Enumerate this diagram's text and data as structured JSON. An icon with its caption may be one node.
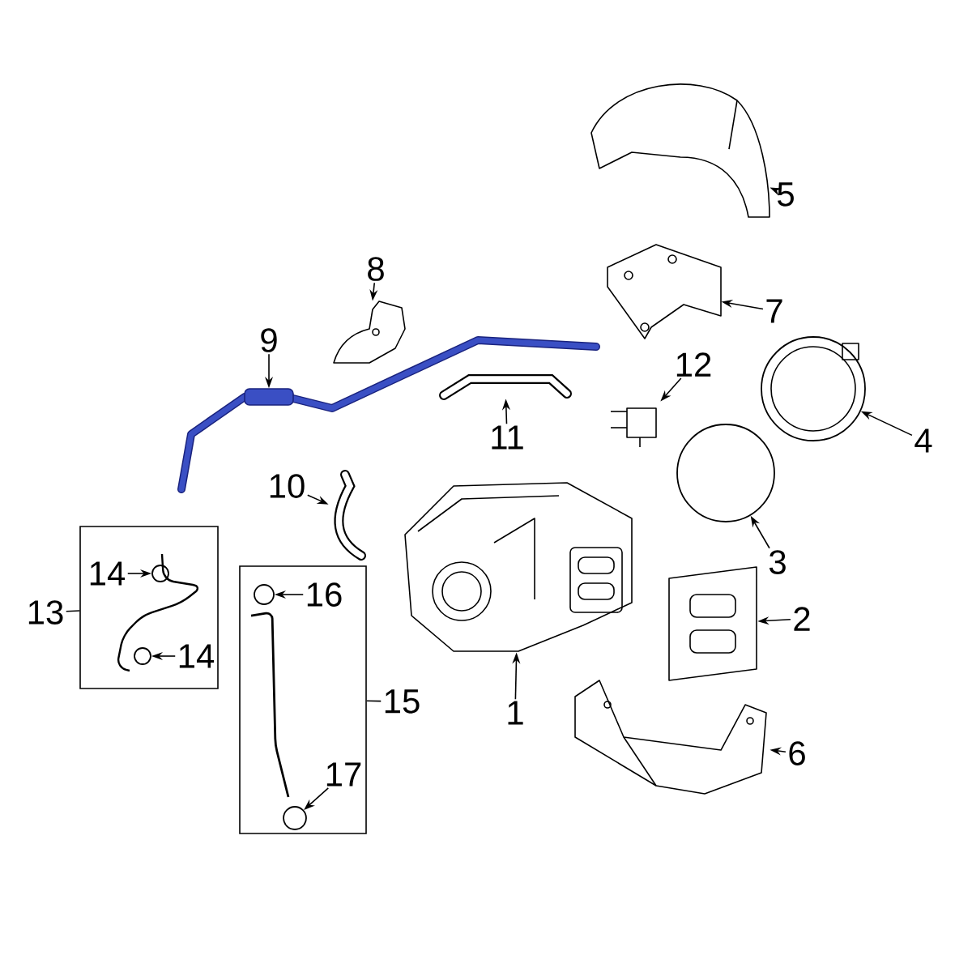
{
  "diagram": {
    "nodes": [
      {
        "text": [
          "1"
        ]
      },
      {
        "text": [],
        "shape": "picture"
      },
      {
        "text": [
          "2"
        ]
      },
      {
        "text": [],
        "shape": "picture"
      },
      {
        "text": [
          "3"
        ]
      },
      {
        "text": [],
        "shape": "circle"
      },
      {
        "text": [
          "4"
        ]
      },
      {
        "text": [],
        "shape": "circle"
      },
      {
        "text": [
          "5"
        ]
      },
      {
        "text": [],
        "shape": "picture"
      },
      {
        "text": [
          "6"
        ]
      },
      {
        "text": [],
        "shape": "picture"
      },
      {
        "text": [
          "7"
        ]
      },
      {
        "text": [],
        "shape": "picture"
      },
      {
        "text": [
          "8"
        ]
      },
      {
        "text": [],
        "shape": "picture"
      },
      {
        "text": [
          "9"
        ]
      },
      {
        "text": [],
        "shape": "bar"
      },
      {
        "text": [
          "10"
        ]
      },
      {
        "text": [],
        "shape": "picture"
      },
      {
        "text": [
          "11"
        ]
      },
      {
        "text": [],
        "shape": "picture"
      },
      {
        "text": [
          "12"
        ]
      },
      {
        "text": [],
        "shape": "picture"
      },
      {
        "text": [
          "13"
        ]
      },
      {
        "text": [],
        "shape": "box"
      },
      {
        "text": [
          "14"
        ],
        "in": 25
      },
      {
        "text": [],
        "shape": "circle",
        "in": 25
      },
      {
        "text": [
          "14"
        ],
        "in": 25
      },
      {
        "text": [],
        "shape": "circle",
        "in": 25
      },
      {
        "text": [
          "15"
        ]
      },
      {
        "text": [],
        "shape": "box"
      },
      {
        "text": [
          "16"
        ],
        "in": 31
      },
      {
        "text": [],
        "shape": "circle",
        "in": 31
      },
      {
        "text": [
          "17"
        ],
        "in": 31
      },
      {
        "text": [],
        "shape": "circle",
        "in": 31
      }
    ],
    "edges": [
      {
        "from": 0,
        "to": 1,
        "arrow": "to"
      },
      {
        "from": 2,
        "to": 3,
        "arrow": "to"
      },
      {
        "from": 4,
        "to": 5,
        "arrow": "to"
      },
      {
        "from": 6,
        "to": 7,
        "arrow": "to"
      },
      {
        "from": 8,
        "to": 9,
        "arrow": "to"
      },
      {
        "from": 10,
        "to": 11,
        "arrow": "to"
      },
      {
        "from": 12,
        "to": 13,
        "arrow": "to"
      },
      {
        "from": 14,
        "to": 15,
        "arrow": "to"
      },
      {
        "from": 16,
        "to": 17,
        "arrow": "to"
      },
      {
        "from": 18,
        "to": 19,
        "arrow": "to"
      },
      {
        "from": 20,
        "to": 21,
        "arrow": "to"
      },
      {
        "from": 22,
        "to": 23,
        "arrow": "to"
      },
      {
        "from": 24,
        "to": 25,
        "arrow": "none"
      },
      {
        "from": 26,
        "to": 27,
        "arrow": "to"
      },
      {
        "from": 28,
        "to": 29,
        "arrow": "to"
      },
      {
        "from": 30,
        "to": 31,
        "arrow": "none"
      },
      {
        "from": 32,
        "to": 33,
        "arrow": "to"
      },
      {
        "from": 34,
        "to": 35,
        "arrow": "to"
      }
    ]
  }
}
